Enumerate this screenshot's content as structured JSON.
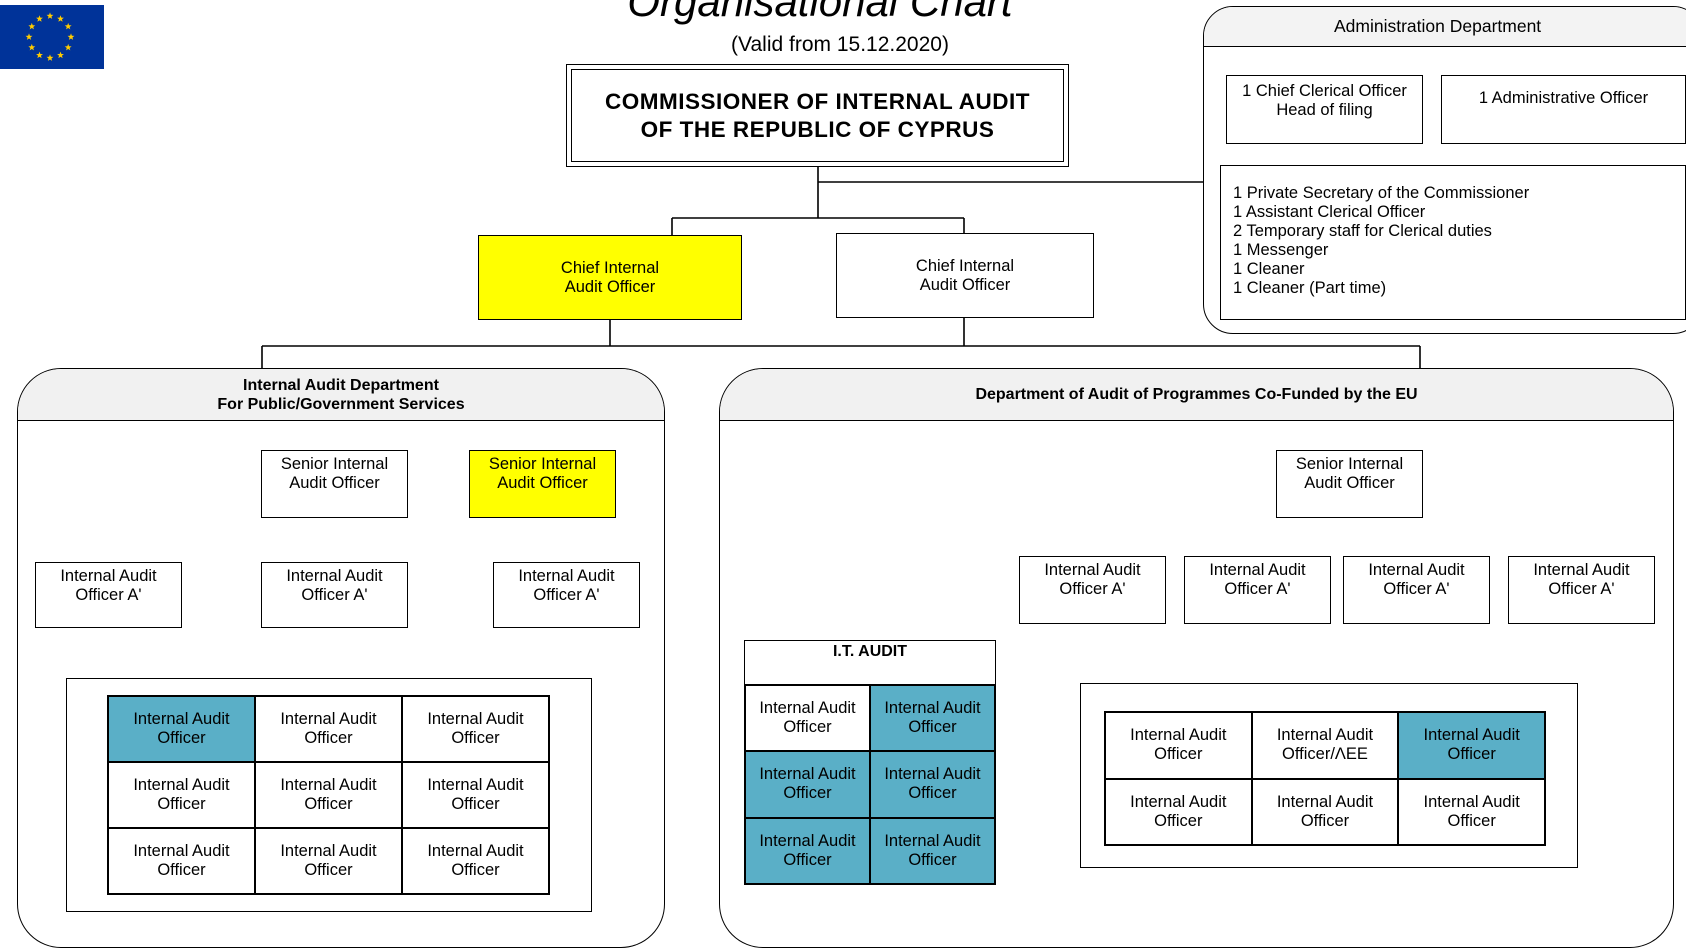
{
  "title": "Organisational Chart",
  "subtitle": "(Valid from 15.12.2020)",
  "commissioner": "COMMISSIONER OF INTERNAL AUDIT\nOF THE REPUBLIC OF CYPRUS",
  "chiefs": [
    {
      "label": "Chief Internal\nAudit Officer",
      "highlight": "yellow"
    },
    {
      "label": "Chief Internal\nAudit Officer",
      "highlight": "none"
    }
  ],
  "admin": {
    "title": "Administration Department",
    "boxes": [
      "1 Chief Clerical Officer\nHead of filing",
      "1 Administrative Officer"
    ],
    "staff": [
      "1 Private Secretary of the Commissioner",
      "1 Assistant Clerical Officer",
      "2 Temporary staff for Clerical duties",
      "1 Messenger",
      "1 Cleaner",
      "1 Cleaner (Part time)"
    ]
  },
  "public_dept": {
    "title": "Internal Audit Department\nFor Public/Government Services",
    "seniors": [
      {
        "label": "Senior Internal\nAudit Officer",
        "highlight": "none"
      },
      {
        "label": "Senior Internal\nAudit Officer",
        "highlight": "yellow"
      }
    ],
    "officers_a": [
      "Internal Audit\nOfficer A'",
      "Internal Audit\nOfficer A'",
      "Internal Audit\nOfficer A'"
    ],
    "officers": [
      {
        "label": "Internal Audit\nOfficer",
        "highlight": "blue"
      },
      {
        "label": "Internal Audit\nOfficer",
        "highlight": "none"
      },
      {
        "label": "Internal Audit\nOfficer",
        "highlight": "none"
      },
      {
        "label": "Internal Audit\nOfficer",
        "highlight": "none"
      },
      {
        "label": "Internal Audit\nOfficer",
        "highlight": "none"
      },
      {
        "label": "Internal Audit\nOfficer",
        "highlight": "none"
      },
      {
        "label": "Internal Audit\nOfficer",
        "highlight": "none"
      },
      {
        "label": "Internal Audit\nOfficer",
        "highlight": "none"
      },
      {
        "label": "Internal Audit\nOfficer",
        "highlight": "none"
      }
    ]
  },
  "eu_dept": {
    "title": "Department of Audit of Programmes Co-Funded by the EU",
    "senior": "Senior Internal\nAudit Officer",
    "officers_a": [
      "Internal Audit\nOfficer A'",
      "Internal Audit\nOfficer A'",
      "Internal Audit\nOfficer A'",
      "Internal Audit\nOfficer A'"
    ],
    "it_audit": {
      "title": "I.T. AUDIT",
      "officers": [
        {
          "label": "Internal Audit\nOfficer",
          "highlight": "none"
        },
        {
          "label": "Internal Audit\nOfficer",
          "highlight": "blue"
        },
        {
          "label": "Internal Audit\nOfficer",
          "highlight": "blue"
        },
        {
          "label": "Internal Audit\nOfficer",
          "highlight": "blue"
        },
        {
          "label": "Internal Audit\nOfficer",
          "highlight": "blue"
        },
        {
          "label": "Internal Audit\nOfficer",
          "highlight": "blue"
        }
      ]
    },
    "officers": [
      {
        "label": "Internal Audit\nOfficer",
        "highlight": "none"
      },
      {
        "label": "Internal Audit\nOfficer/ΛΕΕ",
        "highlight": "none"
      },
      {
        "label": "Internal Audit\nOfficer",
        "highlight": "blue"
      },
      {
        "label": "Internal Audit\nOfficer",
        "highlight": "none"
      },
      {
        "label": "Internal Audit\nOfficer",
        "highlight": "none"
      },
      {
        "label": "Internal Audit\nOfficer",
        "highlight": "none"
      }
    ]
  },
  "colors": {
    "yellow": "#ffff00",
    "blue": "#5aafc7",
    "eu_flag": "#003399",
    "eu_stars": "#ffcc00"
  }
}
